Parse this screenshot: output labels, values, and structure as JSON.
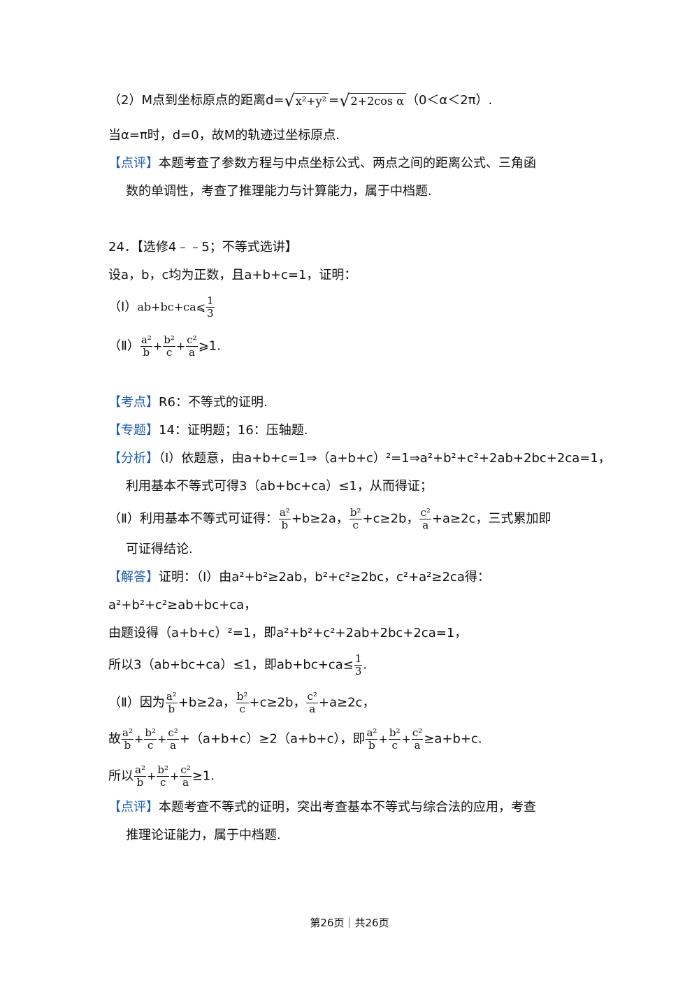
{
  "q23": {
    "part2_prefix": "（2）M点到坐标原点的距离d=",
    "sqrt1": "x²+y²",
    "eq": "=",
    "sqrt2": "2+2cos α",
    "range": "（0＜α＜2π）.",
    "line2": "当α=π时，d=0，故M的轨迹过坐标原点.",
    "comment_tag": "【点评】",
    "comment_1": "本题考查了参数方程与中点坐标公式、两点之间的距离公式、三角函",
    "comment_2": "数的单调性，考查了推理能力与计算能力，属于中档题."
  },
  "q24": {
    "title": "24．【选修4﹣﹣5；不等式选讲】",
    "intro": "设a，b，c均为正数，且a+b+c=1，证明：",
    "p1_label": "（Ⅰ）",
    "p1_expr": "ab+bc+ca⩽",
    "p2_label": "（Ⅱ）",
    "p2_tail": "⩾1.",
    "kaodian_tag": "【考点】",
    "kaodian": "R6：不等式的证明.",
    "zhuanti_tag": "【专题】",
    "zhuanti": "14：证明题；16：压轴题.",
    "fenxi_tag": "【分析】",
    "fenxi_1": "（Ⅰ）依题意，由a+b+c=1⇒（a+b+c）²=1⇒a²+b²+c²+2ab+2bc+2ca=1，",
    "fenxi_2": "利用基本不等式可得3（ab+bc+ca）≤1，从而得证；",
    "fenxi_3_prefix": "（Ⅱ）利用基本不等式可证得：",
    "fenxi_3_a": "+b≥2a，",
    "fenxi_3_b": "+c≥2b，",
    "fenxi_3_c": "+a≥2c，三式累加即",
    "fenxi_4": "可证得结论.",
    "jieda_tag": "【解答】",
    "jieda_1": "证明：（Ⅰ）由a²+b²≥2ab，b²+c²≥2bc，c²+a²≥2ca得：",
    "jieda_2": "a²+b²+c²≥ab+bc+ca，",
    "jieda_3": "由题设得（a+b+c）²=1，即a²+b²+c²+2ab+2bc+2ca=1，",
    "jieda_4": "所以3（ab+bc+ca）≤1，即ab+bc+ca≤",
    "jieda_4_end": ".",
    "jieda_5_prefix": "（Ⅱ）因为",
    "jieda_5_a": "+b≥2a，",
    "jieda_5_b": "+c≥2b，",
    "jieda_5_c": "+a≥2c，",
    "jieda_6_prefix": "故",
    "jieda_6_mid": "+（a+b+c）≥2（a+b+c），即",
    "jieda_6_end": "≥a+b+c.",
    "jieda_7_prefix": "所以",
    "jieda_7_end": "≥1.",
    "comment_tag": "【点评】",
    "comment_1": "本题考查不等式的证明，突出考查基本不等式与综合法的应用，考查",
    "comment_2": "推理论证能力，属于中档题."
  },
  "math": {
    "one": "1",
    "three": "3",
    "a2": "a²",
    "b2": "b²",
    "c2": "c²",
    "a": "a",
    "b": "b",
    "c": "c",
    "plus": "+"
  },
  "footer": {
    "page": "第26页｜共26页"
  }
}
